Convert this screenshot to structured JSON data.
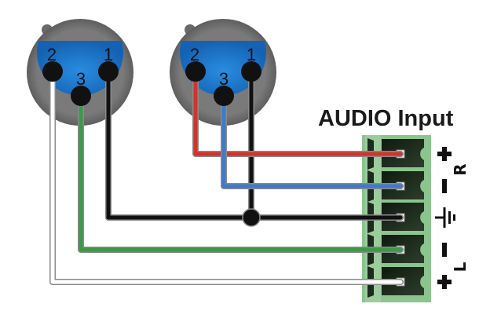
{
  "title": "AUDIO Input",
  "connectors": [
    {
      "id": "xlr-left",
      "pins": [
        {
          "number": "2",
          "wire": "white"
        },
        {
          "number": "3",
          "wire": "green"
        },
        {
          "number": "1",
          "wire": "black"
        }
      ]
    },
    {
      "id": "xlr-right",
      "pins": [
        {
          "number": "2",
          "wire": "red"
        },
        {
          "number": "3",
          "wire": "blue"
        },
        {
          "number": "1",
          "wire": "black"
        }
      ]
    }
  ],
  "terminal_block": {
    "slots": [
      {
        "symbol": "+",
        "channel": "R",
        "wire": "red"
      },
      {
        "symbol": "−",
        "channel": "R",
        "wire": "blue"
      },
      {
        "symbol": "ground",
        "channel": "",
        "wire": "black"
      },
      {
        "symbol": "−",
        "channel": "L",
        "wire": "green"
      },
      {
        "symbol": "+",
        "channel": "L",
        "wire": "white"
      }
    ],
    "channel_labels": {
      "right": "R",
      "left": "L"
    }
  },
  "colors": {
    "red": "#d0342c",
    "blue": "#3f7ac9",
    "black": "#111111",
    "green": "#3a9a45",
    "white": "#ffffff",
    "wire_outline": "#8a8a8a",
    "xlr_shell": "#6e6e6e",
    "xlr_face": "#1f74c9",
    "terminal_body": "#8cc48e",
    "terminal_slot": "#1d2a1c"
  }
}
